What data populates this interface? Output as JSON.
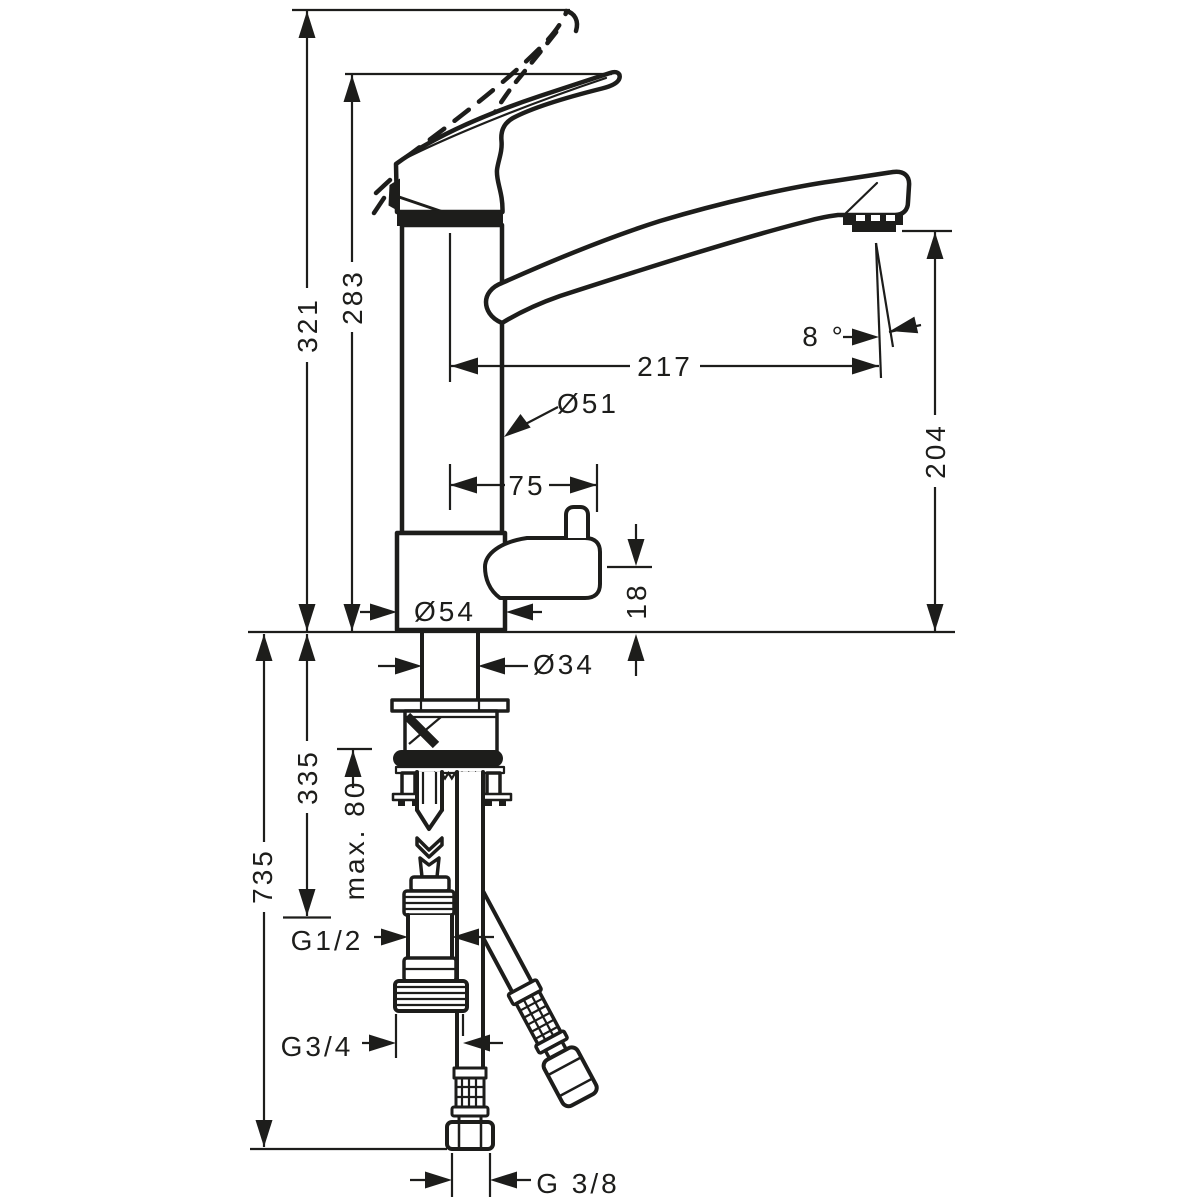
{
  "drawing": {
    "kind": "technical dimension drawing",
    "subject": "single-lever kitchen mixer tap, side view with below-counter mounting parts",
    "background_color": "#ffffff",
    "line_color": "#1d1d1b"
  },
  "dims": {
    "total_height": "321",
    "lever_height": "283",
    "spout_reach": "217",
    "spout_angle": "8 °",
    "outlet_height": "204",
    "body_diameter": "Ø51",
    "side_outlet_offset": "75",
    "side_outlet_height": "18",
    "base_diameter": "Ø54",
    "shank_diameter": "Ø34",
    "hose_drop": "335",
    "max_counter_thickness": "max. 80",
    "total_drop": "735",
    "thread_supply": "G1/2",
    "thread_dishwasher": "G3/4",
    "thread_angle_valve": "G 3/8"
  }
}
